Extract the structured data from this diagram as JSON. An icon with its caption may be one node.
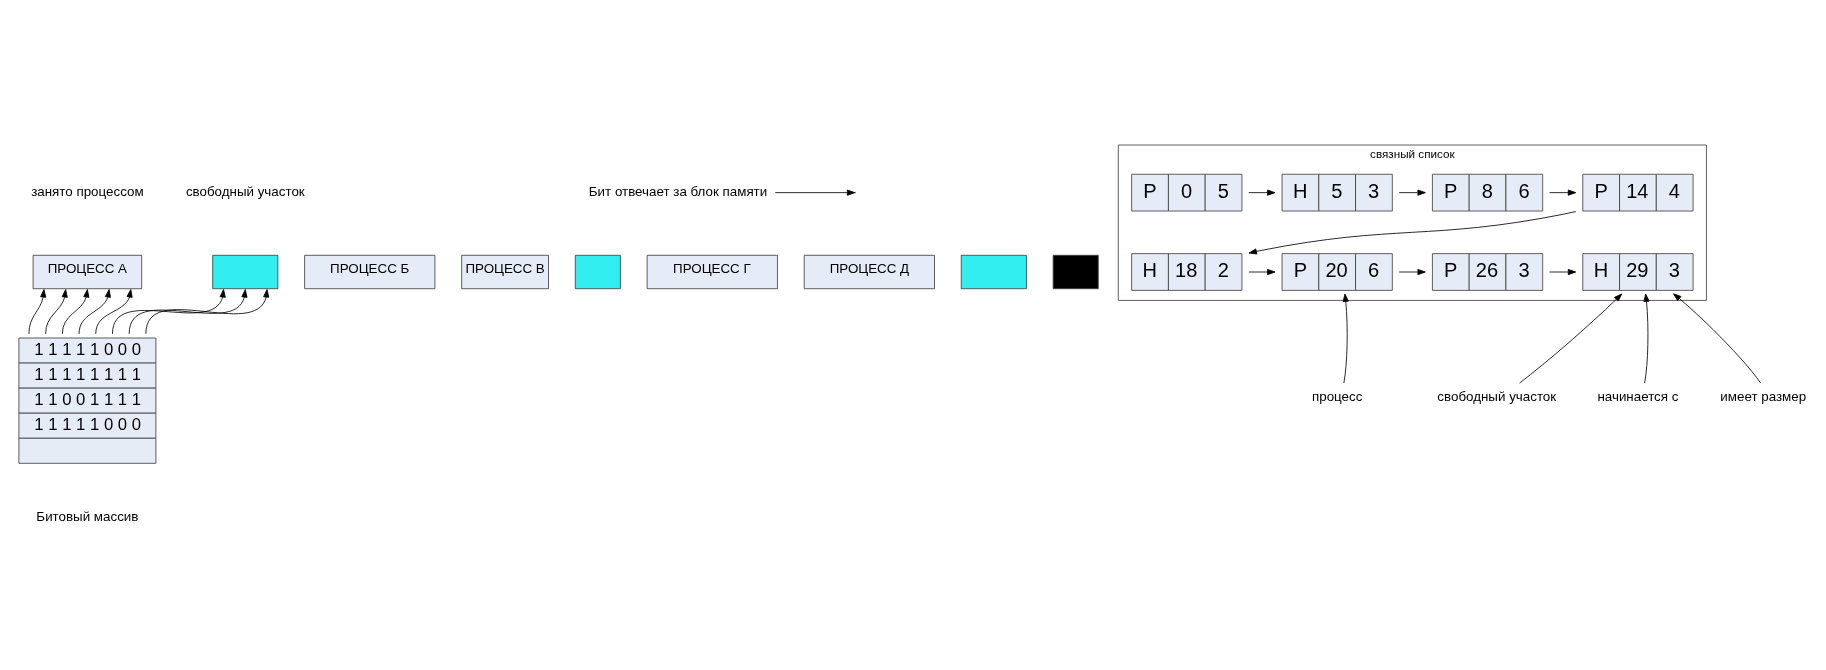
{
  "diagram": {
    "nodes": [
      {
        "text": [
          "ПРОЦЕСС А"
        ]
      },
      {
        "text": [],
        "shape": "box"
      },
      {
        "text": [
          "ПРОЦЕСС Б"
        ]
      },
      {
        "text": [
          "ПРОЦЕСС В"
        ]
      },
      {
        "text": [],
        "shape": "box"
      },
      {
        "text": [
          "ПРОЦЕСС Г"
        ]
      },
      {
        "text": [
          "ПРОЦЕСС Д"
        ]
      },
      {
        "text": [],
        "shape": "box"
      },
      {
        "text": [],
        "shape": "box"
      },
      {
        "text": [
          "1 1 1 1 1 0 0 0",
          "1 1 1 1 1 1 1 1",
          "1 1 0 0 1 1 1 1",
          "1 1 1 1 1 0 0 0"
        ],
        "beside": [
          "Битовый массив"
        ]
      },
      {
        "text": [
          "Бит отвечает за блок памяти"
        ]
      },
      {
        "text": [
          "связный список"
        ]
      },
      {
        "text": [
          "P",
          "0",
          "5"
        ],
        "in": 11
      },
      {
        "text": [
          "H",
          "5",
          "3"
        ],
        "in": 11
      },
      {
        "text": [
          "P",
          "8",
          "6"
        ],
        "in": 11
      },
      {
        "text": [
          "P",
          "14",
          "4"
        ],
        "in": 11
      },
      {
        "text": [
          "H",
          "18",
          "2"
        ],
        "in": 11
      },
      {
        "text": [
          "P",
          "20",
          "6"
        ],
        "in": 11
      },
      {
        "text": [
          "P",
          "26",
          "3"
        ],
        "in": 11
      },
      {
        "text": [
          "H",
          "29",
          "3"
        ],
        "in": 11
      },
      {
        "text": [
          "свободный участок"
        ]
      },
      {
        "text": [
          "начинается с"
        ]
      },
      {
        "text": [
          "имеет размер"
        ]
      },
      {
        "text": [
          "процесс"
        ]
      }
    ],
    "edges": [
      {
        "from": 9,
        "to": 0,
        "arrow": "to"
      },
      {
        "from": 9,
        "to": 0,
        "arrow": "to"
      },
      {
        "from": 9,
        "to": 0,
        "arrow": "to"
      },
      {
        "from": 9,
        "to": 0,
        "arrow": "to"
      },
      {
        "from": 9,
        "to": 0,
        "arrow": "to"
      },
      {
        "from": 9,
        "to": 1,
        "arrow": "to"
      },
      {
        "from": 9,
        "to": 1,
        "arrow": "to"
      },
      {
        "from": 9,
        "to": 1,
        "arrow": "to"
      },
      {
        "from": 10,
        "to": null,
        "arrow": "to"
      },
      {
        "from": 12,
        "to": 13,
        "arrow": "to"
      },
      {
        "from": 13,
        "to": 14,
        "arrow": "to"
      },
      {
        "from": 14,
        "to": 15,
        "arrow": "to"
      },
      {
        "from": 15,
        "to": 16,
        "arrow": "to"
      },
      {
        "from": 16,
        "to": 17,
        "arrow": "to"
      },
      {
        "from": 17,
        "to": 18,
        "arrow": "to"
      },
      {
        "from": 18,
        "to": 19,
        "arrow": "to"
      },
      {
        "from": 20,
        "to": 19,
        "arrow": "to"
      },
      {
        "from": 21,
        "to": 19,
        "arrow": "to"
      },
      {
        "from": 22,
        "to": 19,
        "arrow": "to"
      },
      {
        "from": 23,
        "to": 17,
        "arrow": "to"
      }
    ],
    "labels": [
      "занято процессом",
      "свободный участок"
    ]
  }
}
